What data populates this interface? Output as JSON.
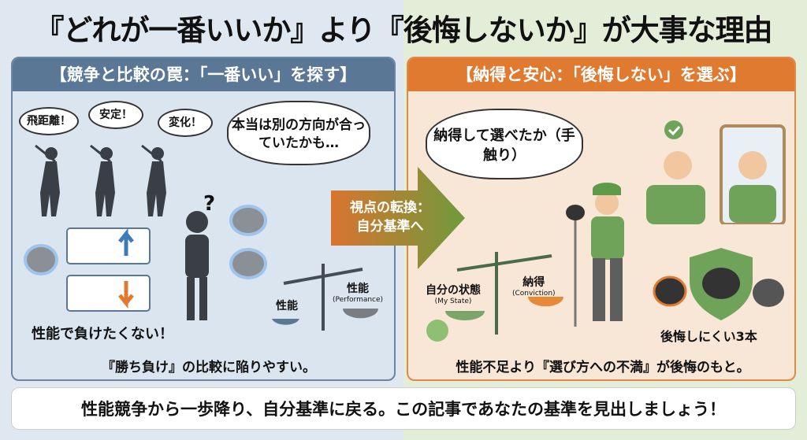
{
  "title": "『どれが一番いいか』より『後悔しないか』が大事な理由",
  "left": {
    "header": "【競争と比較の罠：「一番いい」を探す】",
    "shouts": [
      "飛距離！",
      "安定！",
      "変化！"
    ],
    "thought": "本当は別の方向が合っていたかも…",
    "question": "?",
    "scale_left": "性能",
    "scale_right": "性能",
    "scale_right_en": "(Performance)",
    "slogan": "性能で負けたくない！",
    "caption": "『勝ち負け』の比較に陥りやすい。"
  },
  "arrow": {
    "label": "視点の転換：自分基準へ"
  },
  "right": {
    "header": "【納得と安心：「後悔しない」を選ぶ】",
    "thought": "納得して選べたか（手触り）",
    "scale_left": "自分の状態",
    "scale_left_en": "(My State)",
    "scale_right": "納得",
    "scale_right_en": "(Conviction)",
    "clubs_label": "後悔しにくい3本",
    "caption": "性能不足より『選び方への不満』が後悔のもと。"
  },
  "bottom": "性能競争から一歩降り、自分基準に戻る。この記事であなたの基準を見出しましょう！",
  "colors": {
    "left_header": "#5a7896",
    "right_header": "#e07a30",
    "arrow": "#6f9a3c"
  }
}
